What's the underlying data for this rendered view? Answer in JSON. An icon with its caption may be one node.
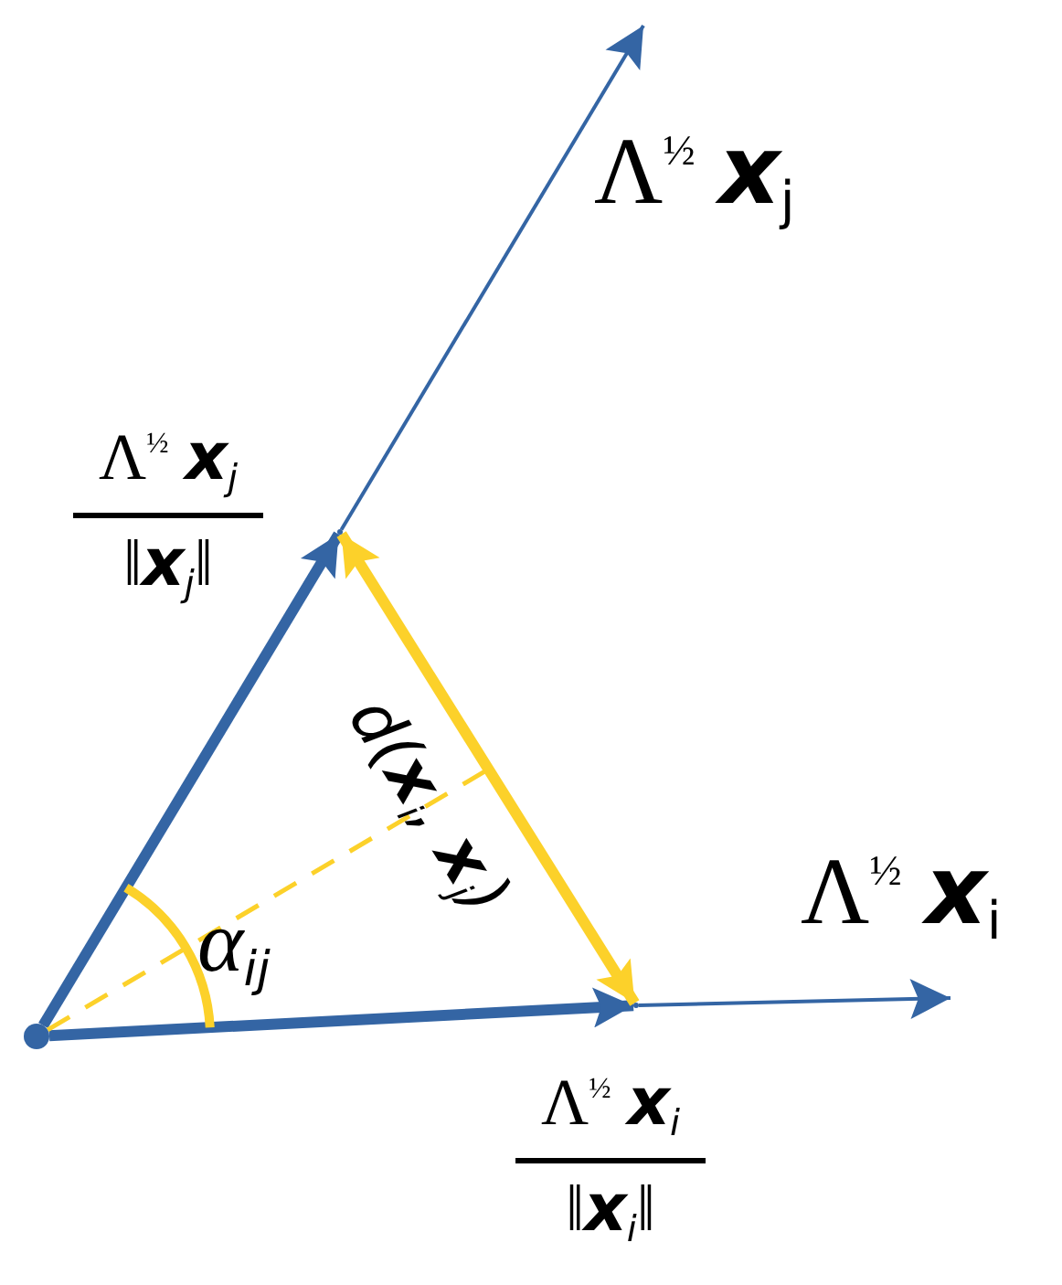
{
  "diagram": {
    "nodes": [
      {
        "text": [],
        "shape": "circle"
      },
      {
        "text": [],
        "shape": "point",
        "beside": [
          "Λ$^{½}$ **x**$_{j}$",
          "‖**x**$_{j}$‖"
        ]
      },
      {
        "text": [],
        "shape": "point",
        "beside": [
          "Λ$^{½}$ **x**$_{i}$",
          "‖**x**$_{i}$‖"
        ]
      }
    ],
    "edges": [
      {
        "from": 0,
        "to": 1,
        "arrow": "to",
        "style": "thick"
      },
      {
        "from": 1,
        "to": null,
        "arrow": "to"
      },
      {
        "from": 0,
        "to": 2,
        "arrow": "to",
        "style": "thick"
      },
      {
        "from": 2,
        "to": null,
        "arrow": "to"
      },
      {
        "from": 1,
        "to": 2,
        "arrow": "both",
        "style": "thick",
        "color": "#fcd12a",
        "label": "d(**x**$_{i}$, **x**$_{j}$)"
      },
      {
        "from": 0,
        "to": null,
        "arrow": "none",
        "style": "dashed",
        "color": "#fcd12a"
      }
    ],
    "labels": [
      "Λ$^{½}$ **x**$_{j}$",
      "α$_{ij}$",
      "Λ$^{½}$ **x**$_{i}$"
    ]
  }
}
